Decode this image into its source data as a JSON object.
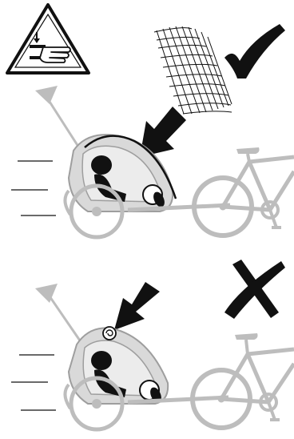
{
  "colors": {
    "trailer_gray": "#bdbdbd",
    "trailer_gray_dark": "#9e9e9e",
    "ink": "#111111",
    "background": "#ffffff"
  },
  "icons": {
    "warning": "pinch-hazard-warning-icon",
    "correct": "checkmark-icon",
    "incorrect": "x-mark-icon",
    "pointer": "arrow-icon",
    "mesh": "rain-cover-mesh-icon"
  },
  "panels": [
    {
      "id": "correct",
      "marker": "checkmark"
    },
    {
      "id": "incorrect",
      "marker": "cross"
    }
  ]
}
